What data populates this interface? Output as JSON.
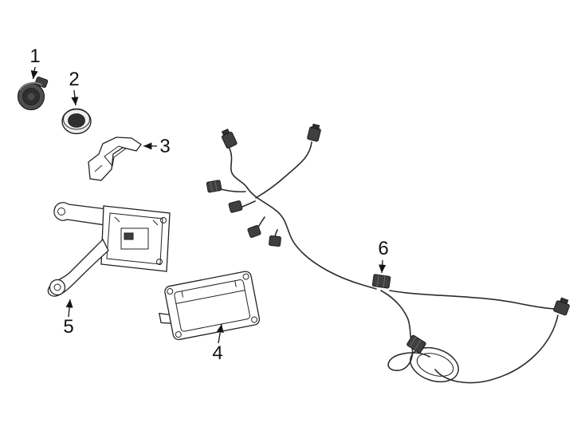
{
  "diagram": {
    "description_colors": {
      "background": "#ffffff",
      "line": "#2b2b2b",
      "connector_fill": "#3f3f3f"
    },
    "callouts": [
      {
        "label": "1",
        "part": "parking-sensor"
      },
      {
        "label": "2",
        "part": "sensor-grommet-retainer"
      },
      {
        "label": "3",
        "part": "sensor-bracket"
      },
      {
        "label": "4",
        "part": "control-module"
      },
      {
        "label": "5",
        "part": "mounting-bracket"
      },
      {
        "label": "6",
        "part": "wire-harness-connector"
      }
    ]
  }
}
